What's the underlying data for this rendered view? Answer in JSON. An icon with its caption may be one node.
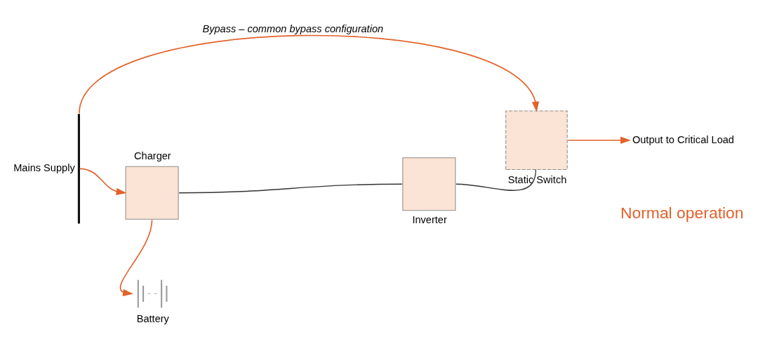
{
  "diagram": {
    "nodes": [
      {
        "text": [
          "Mains Supply"
        ]
      },
      {
        "text": [
          "Charger"
        ]
      },
      {
        "text": [
          "Battery"
        ]
      },
      {
        "text": [
          "Inverter"
        ]
      },
      {
        "text": [
          "Static Switch"
        ]
      },
      {
        "text": [
          "Output to Critical Load"
        ]
      }
    ],
    "edges": [
      {
        "from": 0,
        "to": 1,
        "arrow": "to"
      },
      {
        "from": 0,
        "to": 4,
        "arrow": "to",
        "label": "Bypass – common bypass configuration"
      },
      {
        "from": 1,
        "to": 2,
        "arrow": "to"
      },
      {
        "from": 1,
        "to": 3,
        "arrow": "none",
        "color": "#333333"
      },
      {
        "from": 3,
        "to": 4,
        "arrow": "none",
        "color": "#333333"
      },
      {
        "from": 4,
        "to": 5,
        "arrow": "to"
      }
    ],
    "labels": [
      "Normal operation"
    ]
  }
}
